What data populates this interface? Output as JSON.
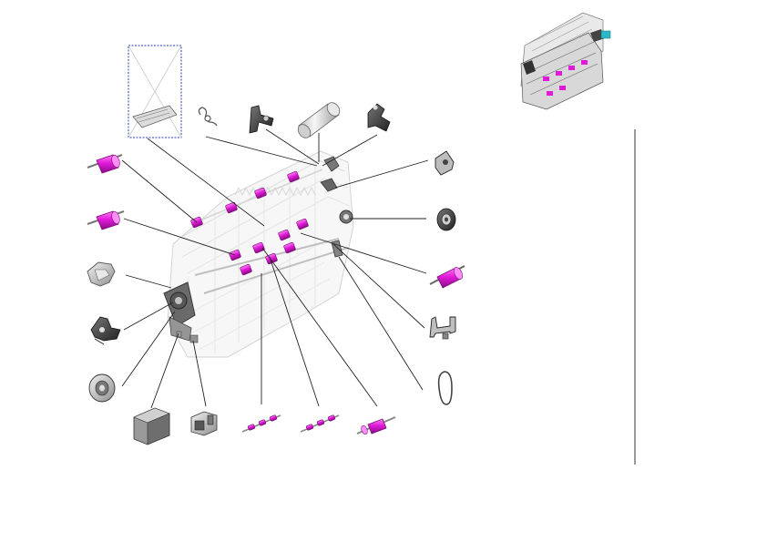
{
  "diagram": {
    "type": "exploded-parts-diagram",
    "colors": {
      "highlight": "#e01ad8",
      "highlight_dark": "#a3109d",
      "leader": "#222222",
      "outline": "#9a9a9a",
      "frame_fill": "#f4f4f4",
      "placeholder_border": "#2c3cb8",
      "divider": "#333333",
      "accent_cyan": "#2bb9c9"
    },
    "parts": [
      {
        "id": "placeholder-with-x",
        "icon": "image-placeholder"
      },
      {
        "id": "spring",
        "icon": "spring"
      },
      {
        "id": "lever-bracket",
        "icon": "bracket"
      },
      {
        "id": "tube-sleeve",
        "icon": "cylinder"
      },
      {
        "id": "arm-lever",
        "icon": "lever"
      },
      {
        "id": "cam-bracket",
        "icon": "bracket"
      },
      {
        "id": "gear-pulley",
        "icon": "gear"
      },
      {
        "id": "feed-roller-right",
        "icon": "roller"
      },
      {
        "id": "mount-bracket",
        "icon": "bracket"
      },
      {
        "id": "drive-belt",
        "icon": "belt"
      },
      {
        "id": "roller-top-left",
        "icon": "roller"
      },
      {
        "id": "roller-mid-left",
        "icon": "roller"
      },
      {
        "id": "cam-gear",
        "icon": "gear"
      },
      {
        "id": "side-bracket",
        "icon": "bracket"
      },
      {
        "id": "gear-wheel",
        "icon": "gear"
      },
      {
        "id": "power-box",
        "icon": "box"
      },
      {
        "id": "solenoid",
        "icon": "solenoid"
      },
      {
        "id": "shaft-left",
        "icon": "shaft"
      },
      {
        "id": "shaft-mid",
        "icon": "shaft"
      },
      {
        "id": "shaft-right",
        "icon": "shaft"
      }
    ]
  }
}
